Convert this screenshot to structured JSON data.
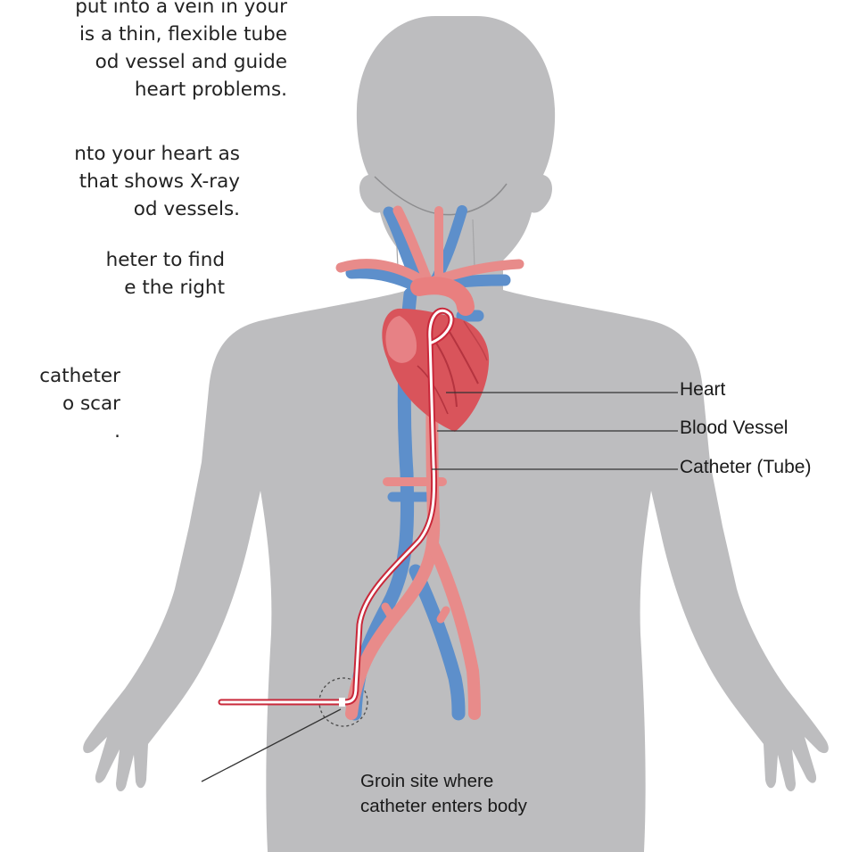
{
  "paragraphs": [
    {
      "lines": [
        "put into a vein in your",
        "is a thin, flexible tube",
        "od vessel and guide",
        "heart problems."
      ]
    },
    {
      "lines": [
        "nto your heart as",
        "that shows X-ray",
        "od vessels."
      ]
    },
    {
      "lines": [
        "heter to find",
        "e the right"
      ]
    },
    {
      "lines": [
        "catheter",
        "o scar",
        "."
      ]
    }
  ],
  "labels": {
    "heart": "Heart",
    "blood_vessel": "Blood Vessel",
    "catheter": "Catheter (Tube)",
    "groin_line1": "Groin site where",
    "groin_line2": "catheter enters body"
  },
  "colors": {
    "skin": "#bdbdbf",
    "artery": "#e88b8a",
    "vein": "#5d8fcb",
    "heart": "#d9545b",
    "catheter": "#c9283a",
    "leader": "#333333"
  }
}
